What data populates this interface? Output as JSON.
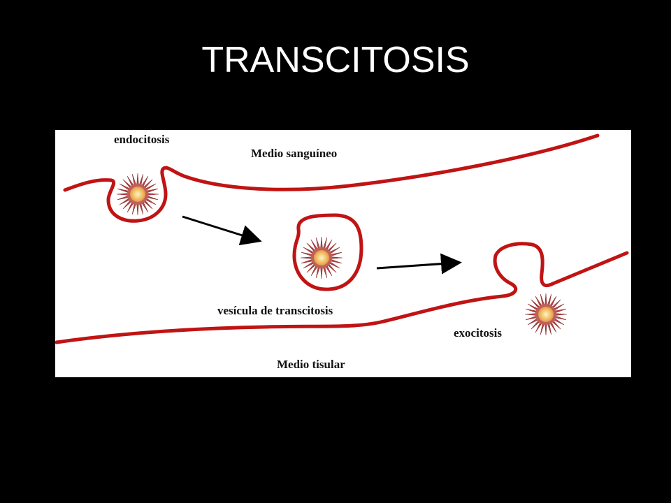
{
  "slide": {
    "title": "TRANSCITOSIS"
  },
  "diagram": {
    "labels": {
      "endocytosis": "endocitosis",
      "blood_medium": "Medio sanguíneo",
      "transcytosis_vesicle": "vesícula de transcitosis",
      "exocytosis": "exocitosis",
      "tissue_medium": "Medio tisular"
    },
    "colors": {
      "background": "#000000",
      "panel": "#ffffff",
      "membrane": "#c01414",
      "particle_spikes": "#b44a4a",
      "particle_core": "#f3c26a",
      "arrow": "#000000",
      "title": "#ffffff"
    }
  }
}
